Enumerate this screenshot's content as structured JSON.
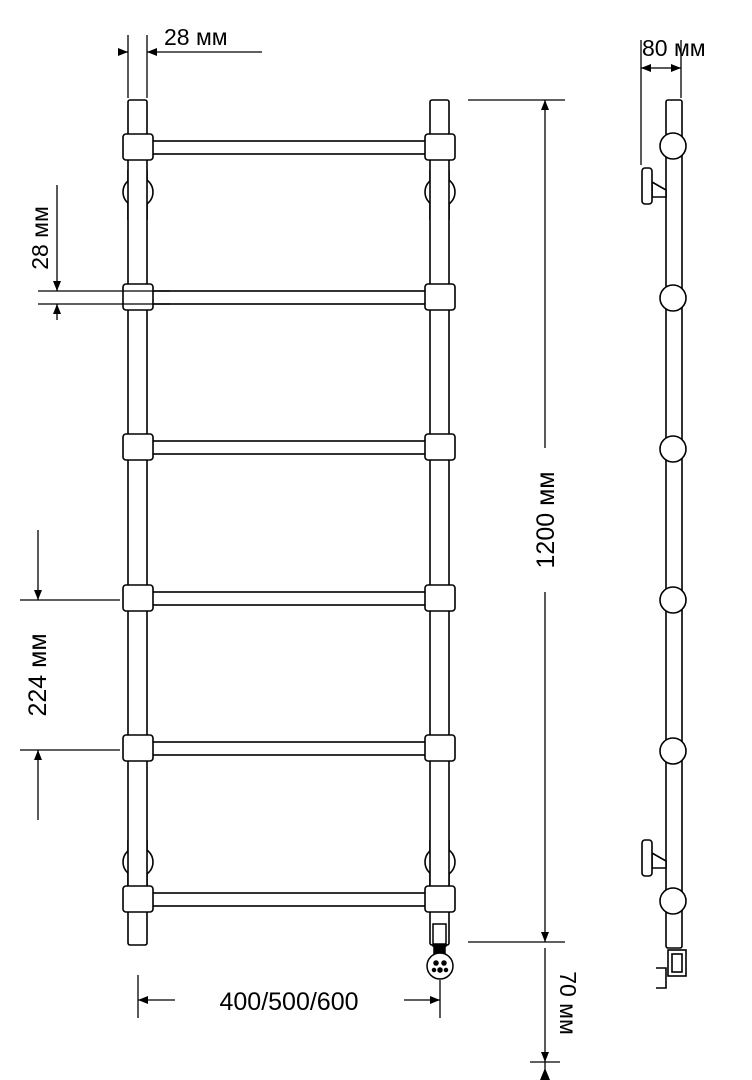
{
  "drawing": {
    "label_tube_diameter": "28 мм",
    "label_wall_offset": "80 мм",
    "label_height": "1200 мм",
    "label_rail_diameter": "28 мм",
    "label_rail_spacing": "224 мм",
    "label_width_options": "400/500/600",
    "label_heater_length": "70 мм"
  },
  "colors": {
    "line": "#000000",
    "background": "#ffffff"
  },
  "icons": [
    "side-view-icon",
    "front-view-icon",
    "heating-element-icon"
  ]
}
